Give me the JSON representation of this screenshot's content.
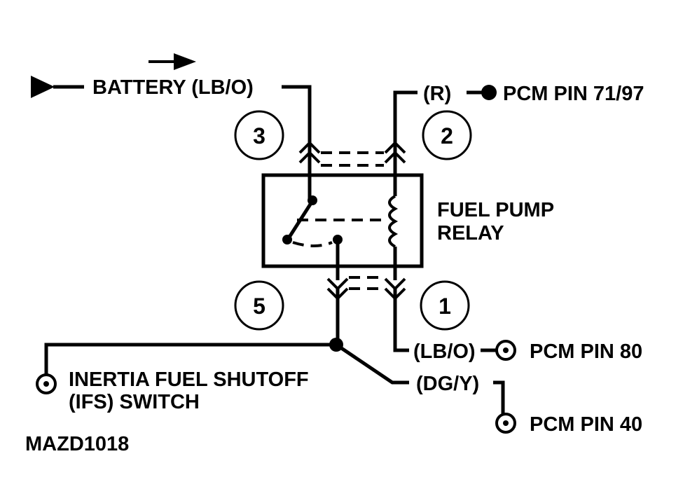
{
  "labels": {
    "battery": "BATTERY (LB/O)",
    "wire_r": "(R)",
    "pcm_71_97": "PCM PIN 71/97",
    "relay_line1": "FUEL PUMP",
    "relay_line2": "RELAY",
    "wire_lbo": "(LB/O)",
    "pcm_80": "PCM PIN 80",
    "ifs_line1": "INERTIA FUEL SHUTOFF",
    "ifs_line2": "(IFS) SWITCH",
    "wire_dgy": "(DG/Y)",
    "pcm_40": "PCM PIN 40",
    "figure_id": "MAZD1018"
  },
  "pins": {
    "p3": "3",
    "p2": "2",
    "p5": "5",
    "p1": "1"
  }
}
